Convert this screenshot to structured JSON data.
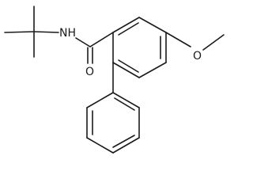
{
  "molecule": {
    "atoms": {
      "amide_nitrogen": "NH",
      "carbonyl_oxygen": "O",
      "ether_oxygen": "O"
    }
  }
}
